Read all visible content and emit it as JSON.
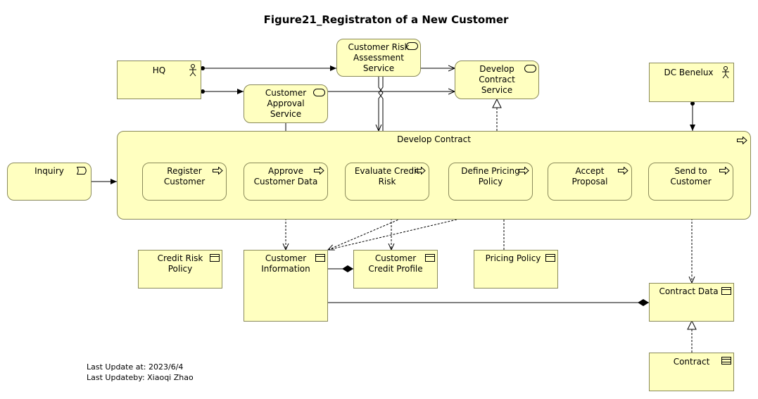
{
  "title": "Figure21_Registraton of a New Customer",
  "elements": {
    "hq": "HQ",
    "risk_service": "Customer Risk\nAssessment\nService",
    "contract_service": "Develop\nContract\nService",
    "approval_service": "Customer\nApproval\nService",
    "dc_benelux": "DC Benelux",
    "develop_contract": "Develop Contract",
    "inquiry": "Inquiry",
    "register": "Register\nCustomer",
    "approve": "Approve\nCustomer Data",
    "evaluate": "Evaluate Credit\nRisk",
    "pricing": "Define Pricing\nPolicy",
    "accept": "Accept\nProposal",
    "send": "Send to\nCustomer",
    "credit_policy": "Credit Risk\nPolicy",
    "cust_info": "Customer\nInformation",
    "credit_profile": "Customer\nCredit Profile",
    "pricing_policy": "Pricing Policy",
    "contract_data": "Contract Data",
    "contract": "Contract"
  },
  "footer": {
    "update": "Last Update at: 2023/6/4",
    "author": "Last Updateby: Xiaoqi Zhao"
  },
  "colors": {
    "element_fill": "#ffffc0",
    "element_border": "#8a8a5a"
  }
}
